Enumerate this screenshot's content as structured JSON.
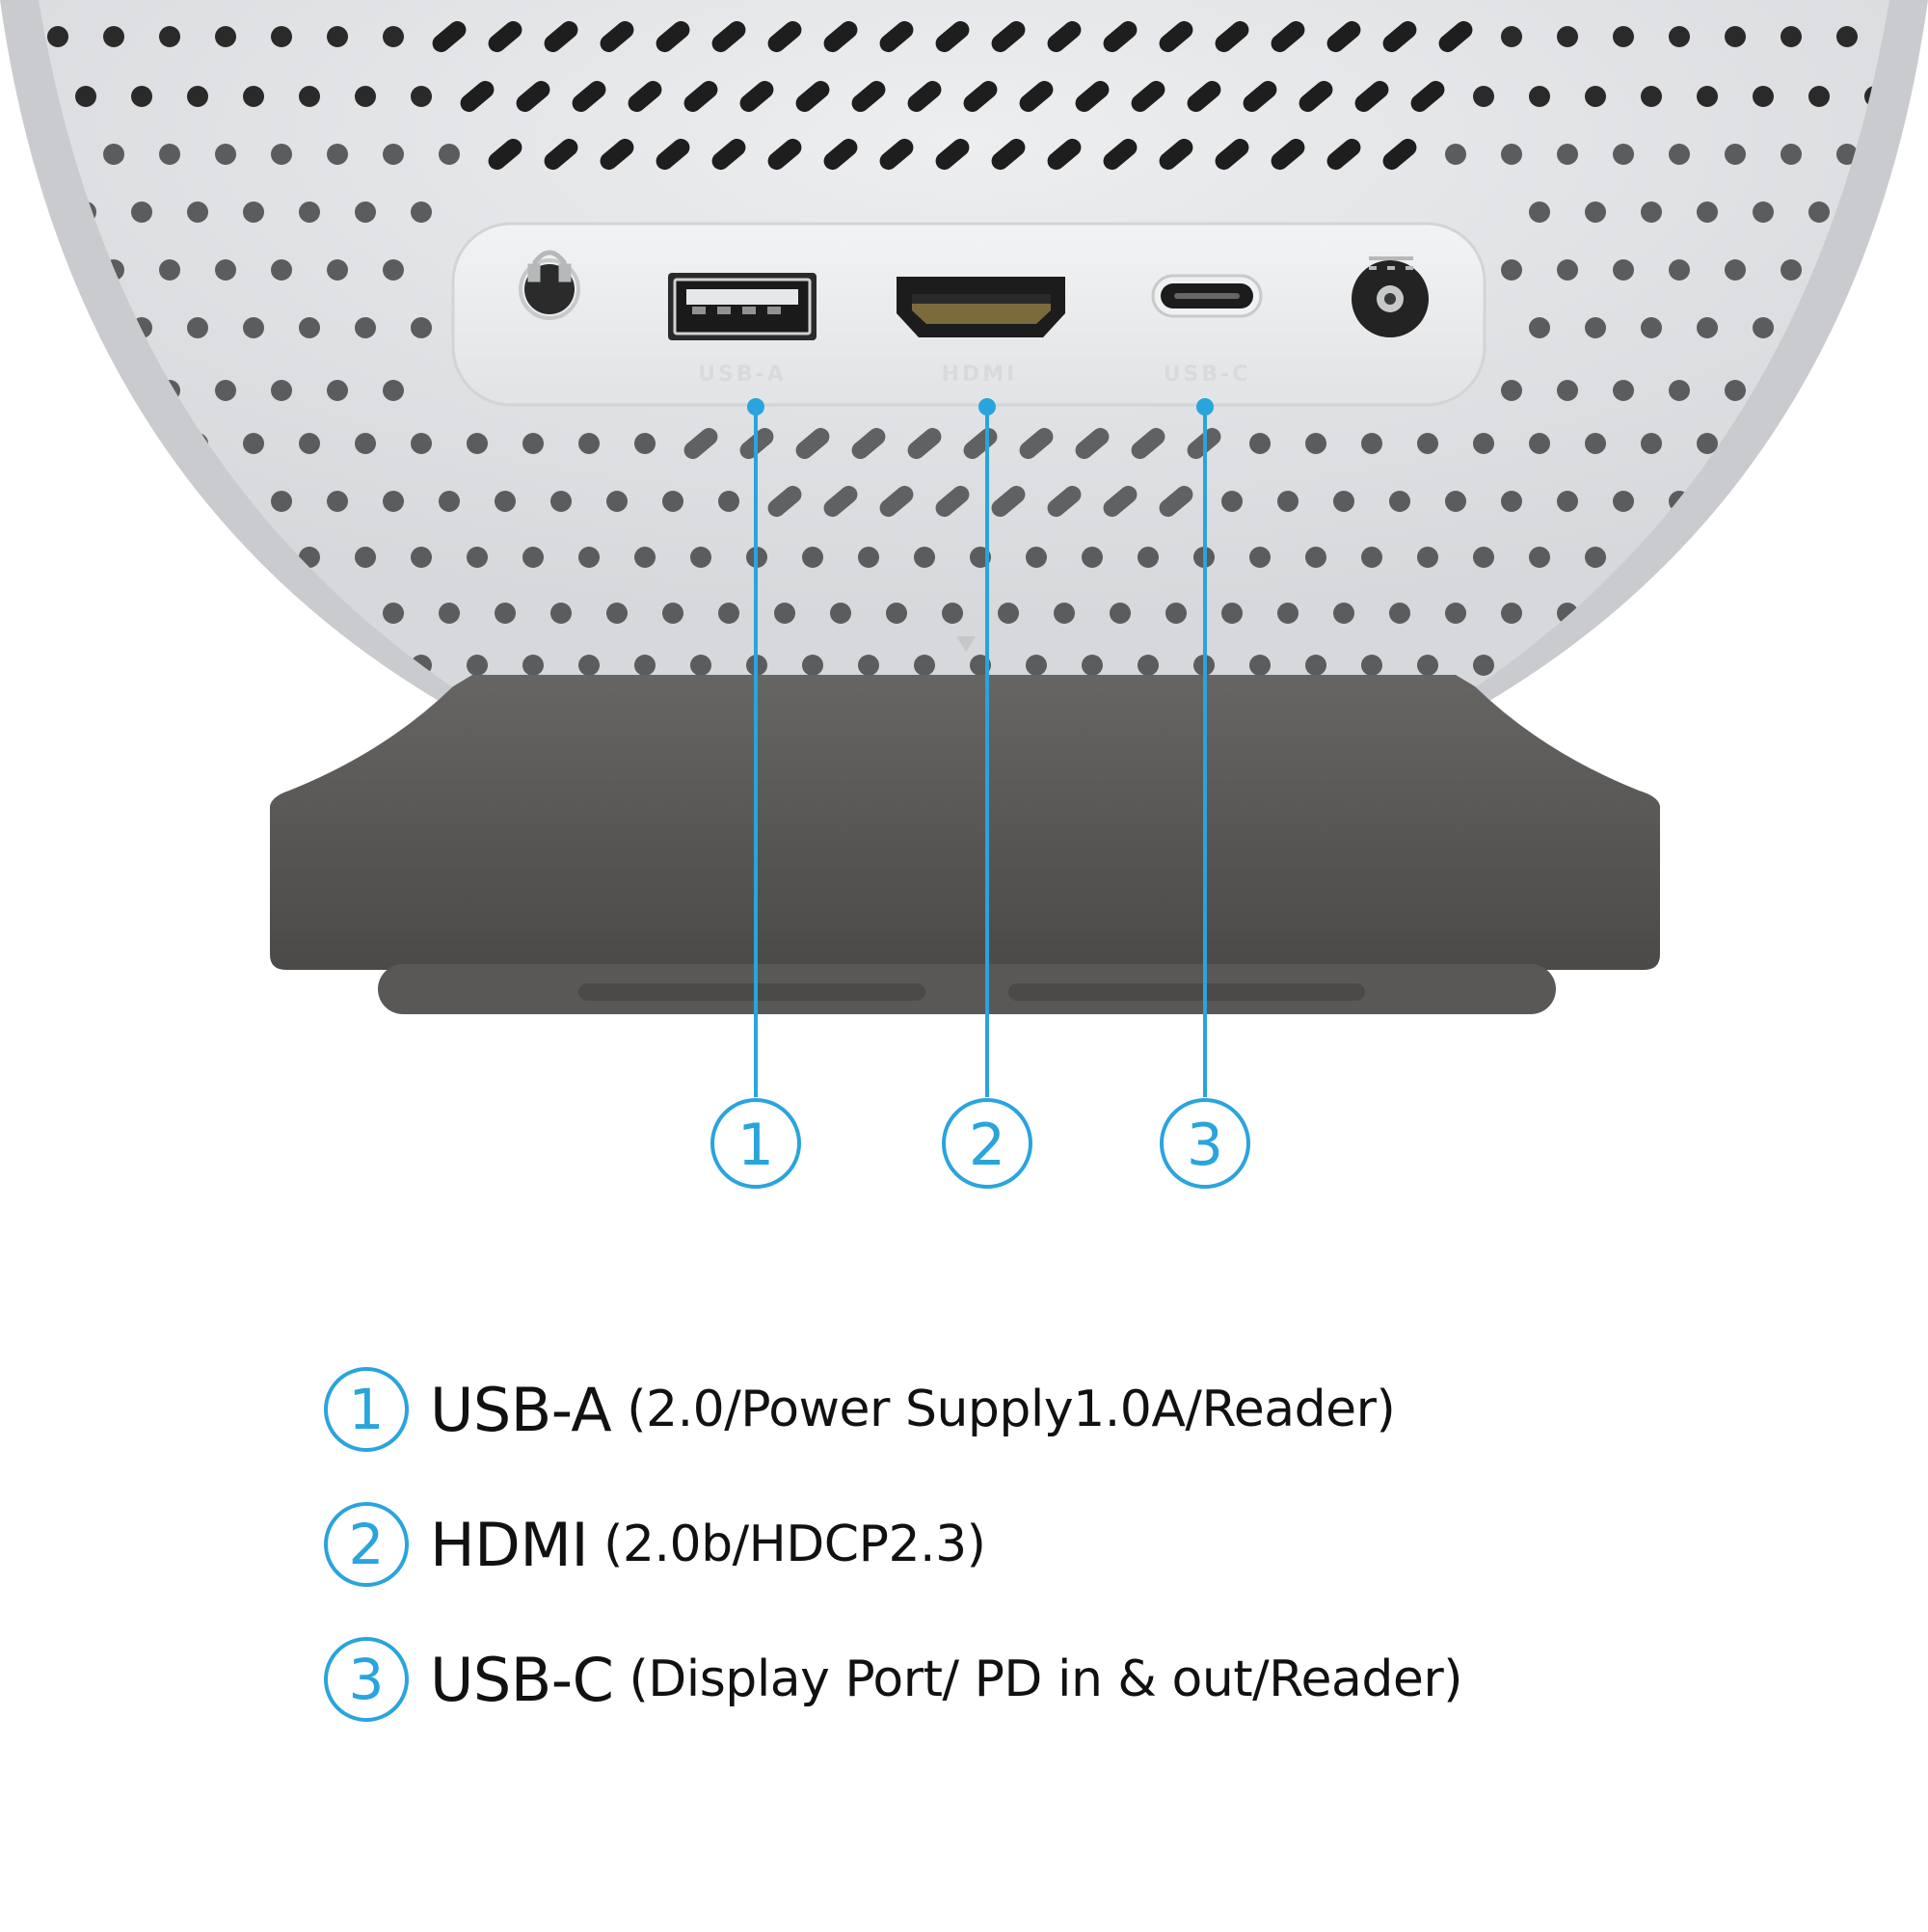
{
  "device": {
    "port_labels": [
      "USB-A",
      "HDMI",
      "USB-C"
    ],
    "callout_numbers": [
      "1",
      "2",
      "3"
    ]
  },
  "specs": [
    {
      "number": "1",
      "name": "USB-A",
      "detail": "(2.0/Power Supply1.0A/Reader)"
    },
    {
      "number": "2",
      "name": "HDMI",
      "detail": "(2.0b/HDCP2.3)"
    },
    {
      "number": "3",
      "name": "USB-C",
      "detail": "(Display Port/ PD in & out/Reader)"
    }
  ],
  "colors": {
    "accent": "#2aa4dc",
    "shell": "#dfe1e3",
    "panel": "#eceeef",
    "stand": "#5a5856",
    "text": "#111111"
  },
  "icons": {
    "headphone": "headphone-icon",
    "dc_power": "dc-power-icon"
  }
}
